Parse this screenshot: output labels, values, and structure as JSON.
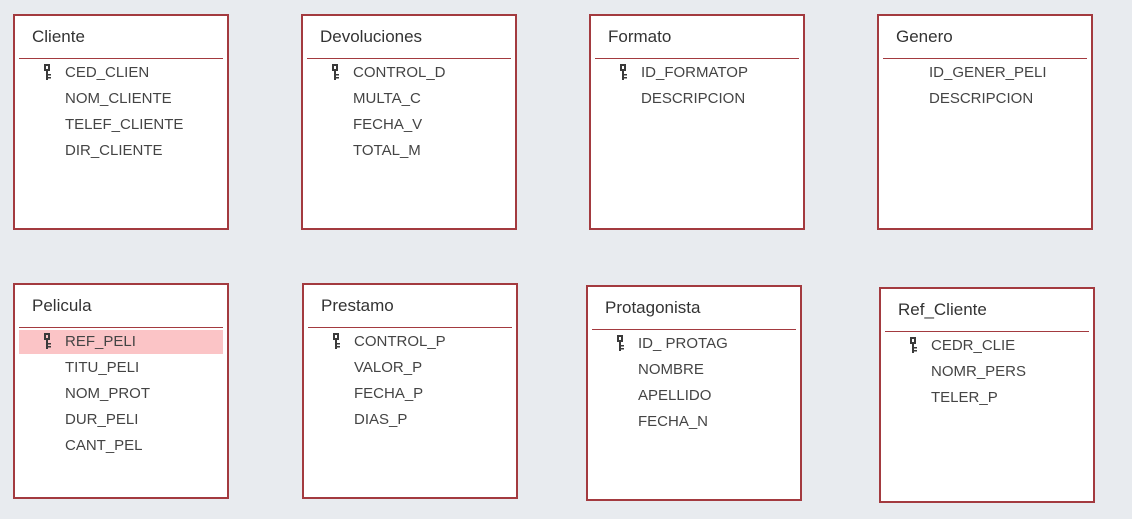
{
  "tables": [
    {
      "name": "Cliente",
      "fields": [
        {
          "name": "CED_CLIEN",
          "key": true
        },
        {
          "name": "NOM_CLIENTE",
          "key": false
        },
        {
          "name": "TELEF_CLIENTE",
          "key": false
        },
        {
          "name": "DIR_CLIENTE",
          "key": false
        }
      ]
    },
    {
      "name": "Devoluciones",
      "fields": [
        {
          "name": "CONTROL_D",
          "key": true
        },
        {
          "name": "MULTA_C",
          "key": false
        },
        {
          "name": "FECHA_V",
          "key": false
        },
        {
          "name": "TOTAL_M",
          "key": false
        }
      ]
    },
    {
      "name": "Formato",
      "fields": [
        {
          "name": "ID_FORMATOP",
          "key": true
        },
        {
          "name": "DESCRIPCION",
          "key": false
        }
      ]
    },
    {
      "name": "Genero",
      "fields": [
        {
          "name": "ID_GENER_PELI",
          "key": false
        },
        {
          "name": "DESCRIPCION",
          "key": false
        }
      ]
    },
    {
      "name": "Pelicula",
      "fields": [
        {
          "name": "REF_PELI",
          "key": true,
          "selected": true
        },
        {
          "name": "TITU_PELI",
          "key": false
        },
        {
          "name": "NOM_PROT",
          "key": false
        },
        {
          "name": "DUR_PELI",
          "key": false
        },
        {
          "name": "CANT_PEL",
          "key": false
        }
      ]
    },
    {
      "name": "Prestamo",
      "fields": [
        {
          "name": "CONTROL_P",
          "key": true
        },
        {
          "name": "VALOR_P",
          "key": false
        },
        {
          "name": "FECHA_P",
          "key": false
        },
        {
          "name": "DIAS_P",
          "key": false
        }
      ]
    },
    {
      "name": "Protagonista",
      "fields": [
        {
          "name": "ID_ PROTAG",
          "key": true
        },
        {
          "name": "NOMBRE",
          "key": false
        },
        {
          "name": "APELLIDO",
          "key": false
        },
        {
          "name": "FECHA_N",
          "key": false
        }
      ]
    },
    {
      "name": "Ref_Cliente",
      "fields": [
        {
          "name": "CEDR_CLIE",
          "key": true
        },
        {
          "name": "NOMR_PERS",
          "key": false
        },
        {
          "name": "TELER_P",
          "key": false
        }
      ]
    }
  ]
}
